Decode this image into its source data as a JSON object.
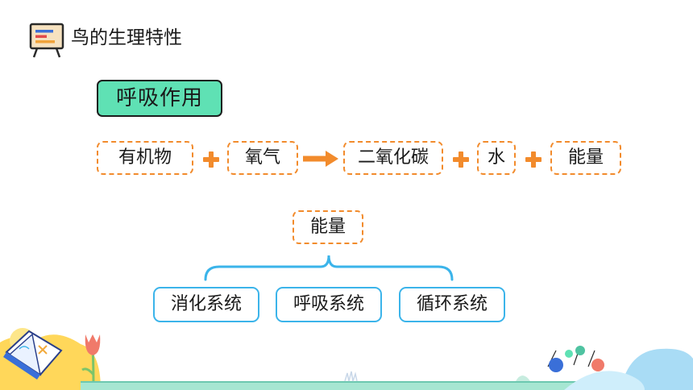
{
  "header": {
    "title": "鸟的生理特性"
  },
  "topic": {
    "label": "呼吸作用"
  },
  "equation": {
    "terms": [
      "有机物",
      "氧气",
      "二氧化碳",
      "水",
      "能量"
    ],
    "colors": {
      "accent": "#f28b2c"
    }
  },
  "energy": {
    "label": "能量"
  },
  "systems": {
    "items": [
      "消化系统",
      "呼吸系统",
      "循环系统"
    ],
    "color": "#3bb4ea"
  },
  "colors": {
    "pill": "#5fe1b4",
    "dashed": "#f28b2c",
    "system": "#3bb4ea"
  }
}
